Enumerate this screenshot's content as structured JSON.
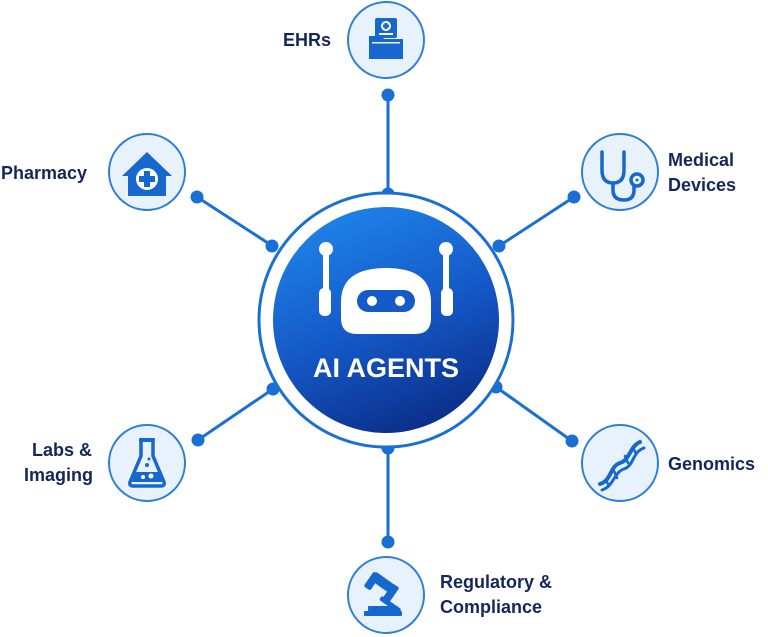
{
  "center": {
    "title": "AI AGENTS",
    "icon": "robot-icon"
  },
  "nodes": [
    {
      "id": "ehrs",
      "label_lines": [
        "EHRs"
      ],
      "icon": "records-folder-icon"
    },
    {
      "id": "pharmacy",
      "label_lines": [
        "Pharmacy"
      ],
      "icon": "hospital-house-icon"
    },
    {
      "id": "medical-devices",
      "label_lines": [
        "Medical",
        "Devices"
      ],
      "icon": "stethoscope-icon"
    },
    {
      "id": "labs-imaging",
      "label_lines": [
        "Labs &",
        "Imaging"
      ],
      "icon": "flask-icon"
    },
    {
      "id": "genomics",
      "label_lines": [
        "Genomics"
      ],
      "icon": "dna-icon"
    },
    {
      "id": "regulatory-compliance",
      "label_lines": [
        "Regulatory &",
        "Compliance"
      ],
      "icon": "gavel-icon"
    }
  ],
  "colors": {
    "ring": "#1a6fd4",
    "node_fill": "#e8f2fc",
    "node_border": "#2e7fd8",
    "icon": "#1668cf",
    "label": "#14275a",
    "core_top": "#1c7fe6",
    "core_bottom": "#0b2f8a"
  }
}
